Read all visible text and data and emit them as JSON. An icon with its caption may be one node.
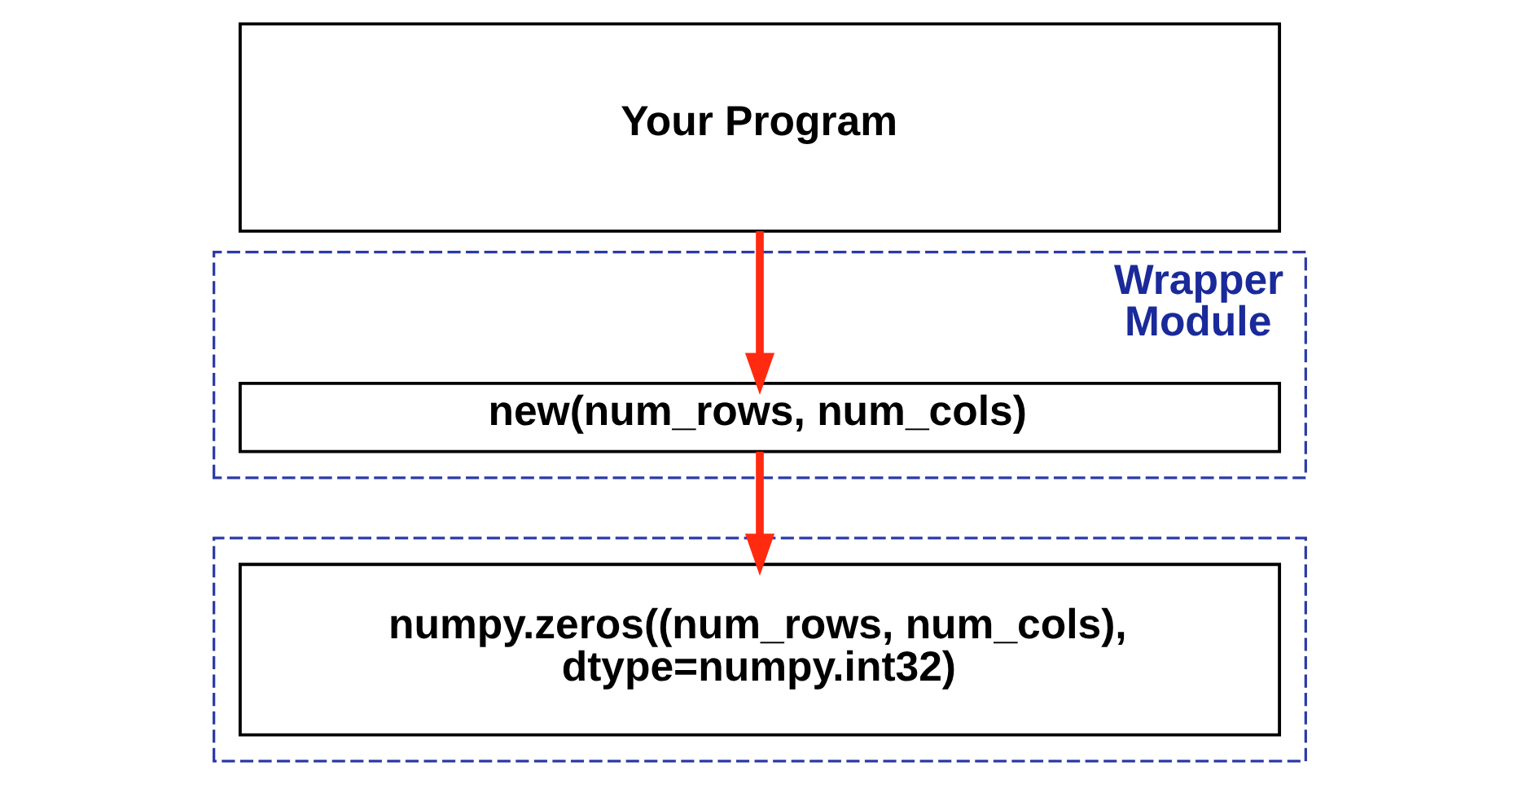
{
  "diagram": {
    "nodes": [
      {
        "text": [
          "Your Program"
        ]
      },
      {
        "text": [
          "Wrapper Module"
        ]
      },
      {
        "text": [
          "new(num_rows, num_cols)"
        ],
        "in": 1
      },
      {
        "text": [],
        "shape": "box"
      },
      {
        "text": [
          "numpy.zeros((num_rows, num_cols), dtype=numpy.int32)"
        ],
        "in": 3
      }
    ],
    "edges": [
      {
        "from": 0,
        "to": 2,
        "arrow": "to"
      },
      {
        "from": 2,
        "to": 4,
        "arrow": "to"
      }
    ]
  }
}
